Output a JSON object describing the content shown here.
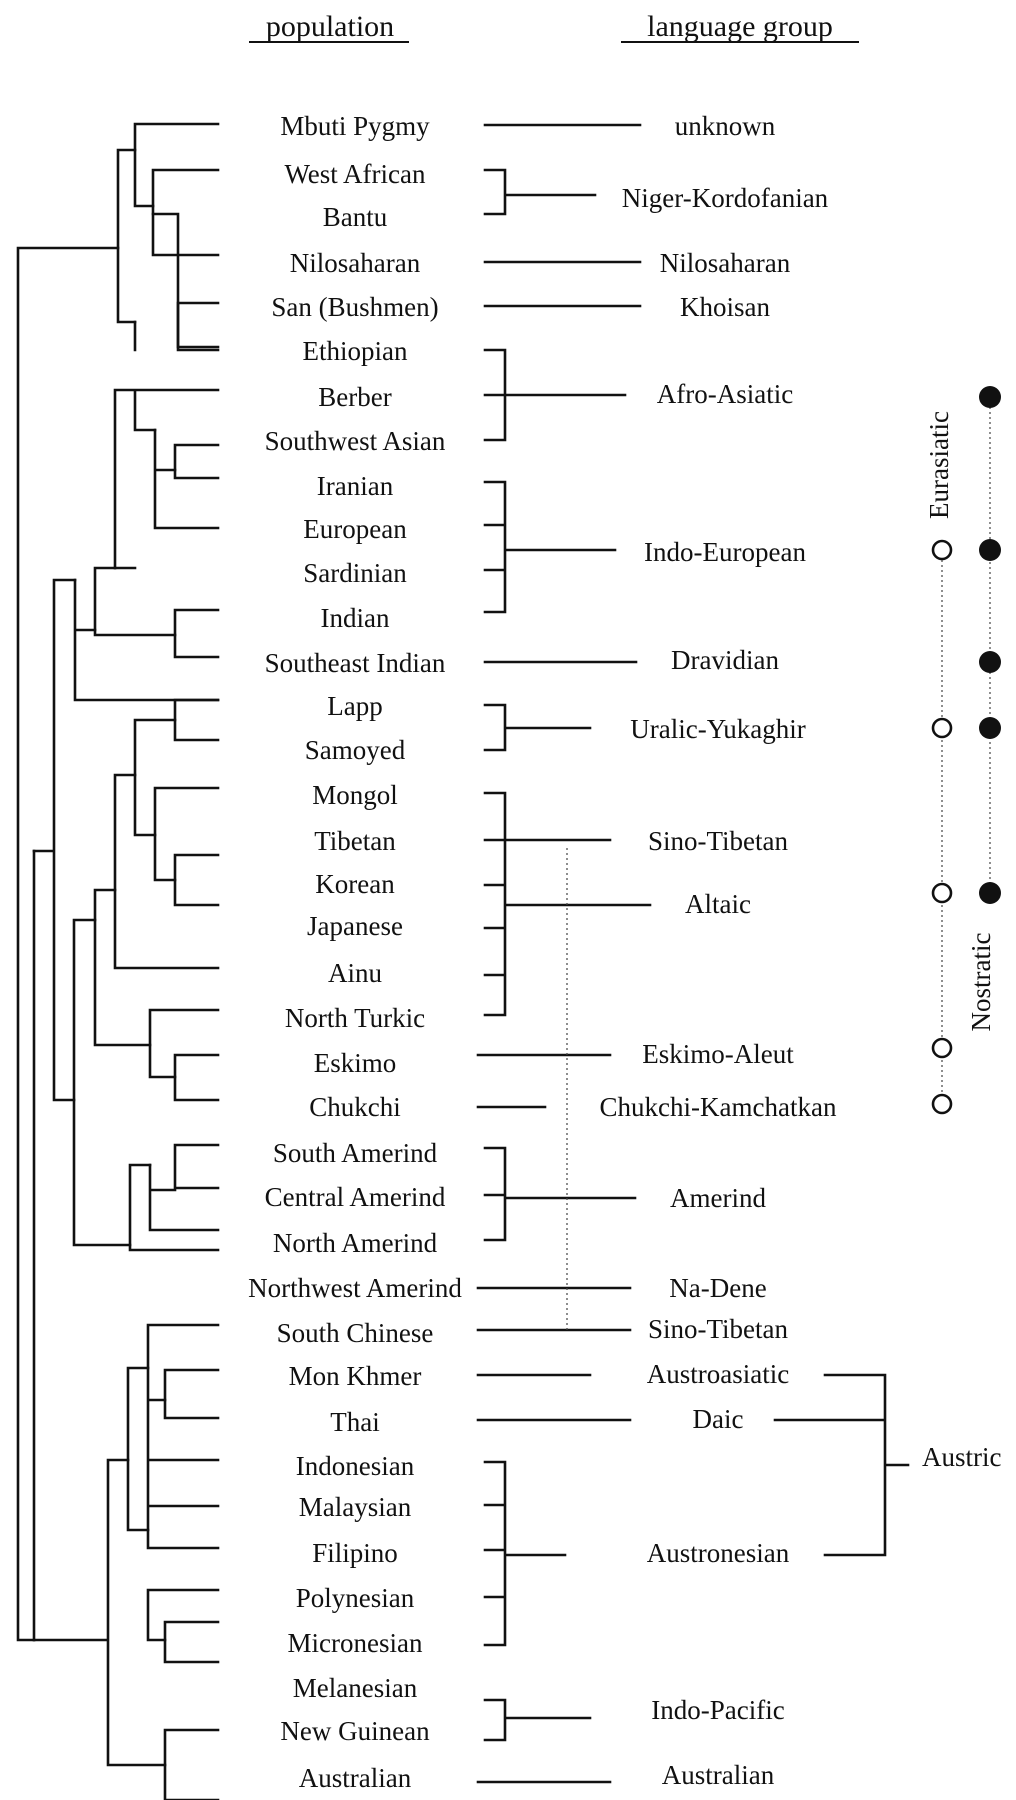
{
  "headers": {
    "population": "population",
    "language_group": "language group"
  },
  "populations": [
    "Mbuti Pygmy",
    "West African",
    "Bantu",
    "Nilosaharan",
    "San (Bushmen)",
    "Ethiopian",
    "Berber",
    "Southwest Asian",
    "Iranian",
    "European",
    "Sardinian",
    "Indian",
    "Southeast Indian",
    "Lapp",
    "Samoyed",
    "Mongol",
    "Tibetan",
    "Korean",
    "Japanese",
    "Ainu",
    "North Turkic",
    "Eskimo",
    "Chukchi",
    "South Amerind",
    "Central Amerind",
    "North Amerind",
    "Northwest Amerind",
    "South Chinese",
    "Mon Khmer",
    "Thai",
    "Indonesian",
    "Malaysian",
    "Filipino",
    "Polynesian",
    "Micronesian",
    "Melanesian",
    "New Guinean",
    "Australian"
  ],
  "language_groups": [
    "unknown",
    "Niger-Kordofanian",
    "Nilosaharan",
    "Khoisan",
    "Afro-Asiatic",
    "Indo-European",
    "Dravidian",
    "Uralic-Yukaghir",
    "Sino-Tibetan",
    "Altaic",
    "Eskimo-Aleut",
    "Chukchi-Kamchatkan",
    "Amerind",
    "Na-Dene",
    "Sino-Tibetan",
    "Austroasiatic",
    "Daic",
    "Austronesian",
    "Indo-Pacific",
    "Australian"
  ],
  "superfamilies": {
    "eurasiatic": "Eurasiatic",
    "nostratic": "Nostratic",
    "austric": "Austric"
  }
}
